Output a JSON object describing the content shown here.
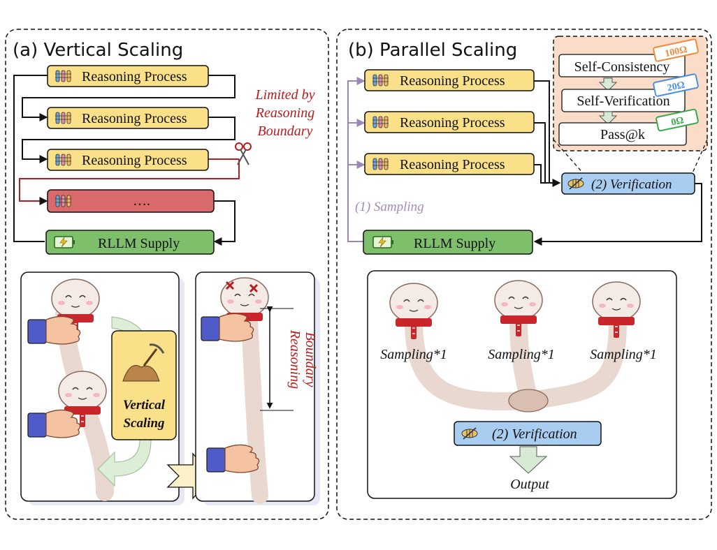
{
  "panel_a": {
    "title": "(a) Vertical Scaling",
    "steps": [
      "Reasoning Process",
      "Reasoning Process",
      "Reasoning Process"
    ],
    "truncated_step": "….",
    "limit_note": [
      "Limited by",
      "Reasoning",
      "Boundary"
    ],
    "supply": "RLLM Supply",
    "badge": [
      "Vertical",
      "Scaling"
    ],
    "boundary_label": [
      "Reasoning",
      "Boundary"
    ]
  },
  "panel_b": {
    "title": "(b) Parallel Scaling",
    "steps": [
      "Reasoning Process",
      "Reasoning Process",
      "Reasoning Process"
    ],
    "sampling_label": "(1) Sampling",
    "verification_label": "(2) Verification",
    "supply": "RLLM Supply",
    "methods": [
      {
        "name": "Self-Consistency",
        "tag": "100Ω",
        "color": "#f08a3c"
      },
      {
        "name": "Self-Verification",
        "tag": "20Ω",
        "color": "#4a90d9"
      },
      {
        "name": "Pass@k",
        "tag": "0Ω",
        "color": "#3aa84a"
      }
    ],
    "samplings": [
      "Sampling*1",
      "Sampling*1",
      "Sampling*1"
    ],
    "bottom_verification": "(2) Verification",
    "output": "Output"
  },
  "colors": {
    "process_fill": "#fbe08a",
    "supply_fill": "#7dbf6a",
    "truncated_fill": "#d9696a",
    "verify_fill": "#a8cdf0",
    "methods_bg": "#fbdcc8",
    "limit_text": "#b81c1c",
    "sampling_arrow": "#a08cba"
  }
}
